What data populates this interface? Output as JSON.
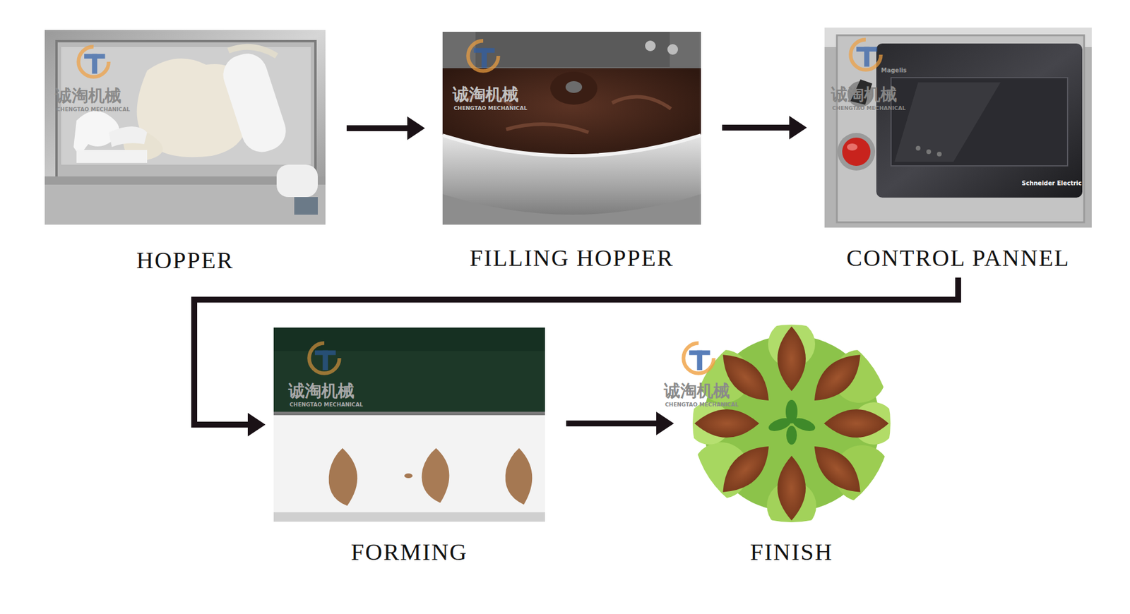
{
  "diagram": {
    "nodes": [
      {
        "text": [
          "HOPPER"
        ]
      },
      {
        "text": [
          "FILLING HOPPER"
        ]
      },
      {
        "text": [
          "CONTROL PANNEL"
        ]
      },
      {
        "text": [
          "FORMING"
        ]
      },
      {
        "text": [
          "FINISH"
        ]
      }
    ],
    "edges": [
      {
        "from": 0,
        "to": 1,
        "arrow": "to"
      },
      {
        "from": 1,
        "to": 2,
        "arrow": "to"
      },
      {
        "from": 2,
        "to": 3,
        "arrow": "to"
      },
      {
        "from": 3,
        "to": 4,
        "arrow": "to"
      }
    ],
    "labels": [
      "诚淘机械",
      "CHENGTAO MECHANICAL",
      "诚淘机械",
      "CHENGTAO MECHANICAL",
      "诚淘机械",
      "CHENGTAO MECHANICAL",
      "诚淘机械",
      "CHENGTAO MECHANICAL",
      "诚淘机械",
      "CHENGTAO MECHANICAL",
      "Magelis",
      "Schneider Electric"
    ]
  }
}
